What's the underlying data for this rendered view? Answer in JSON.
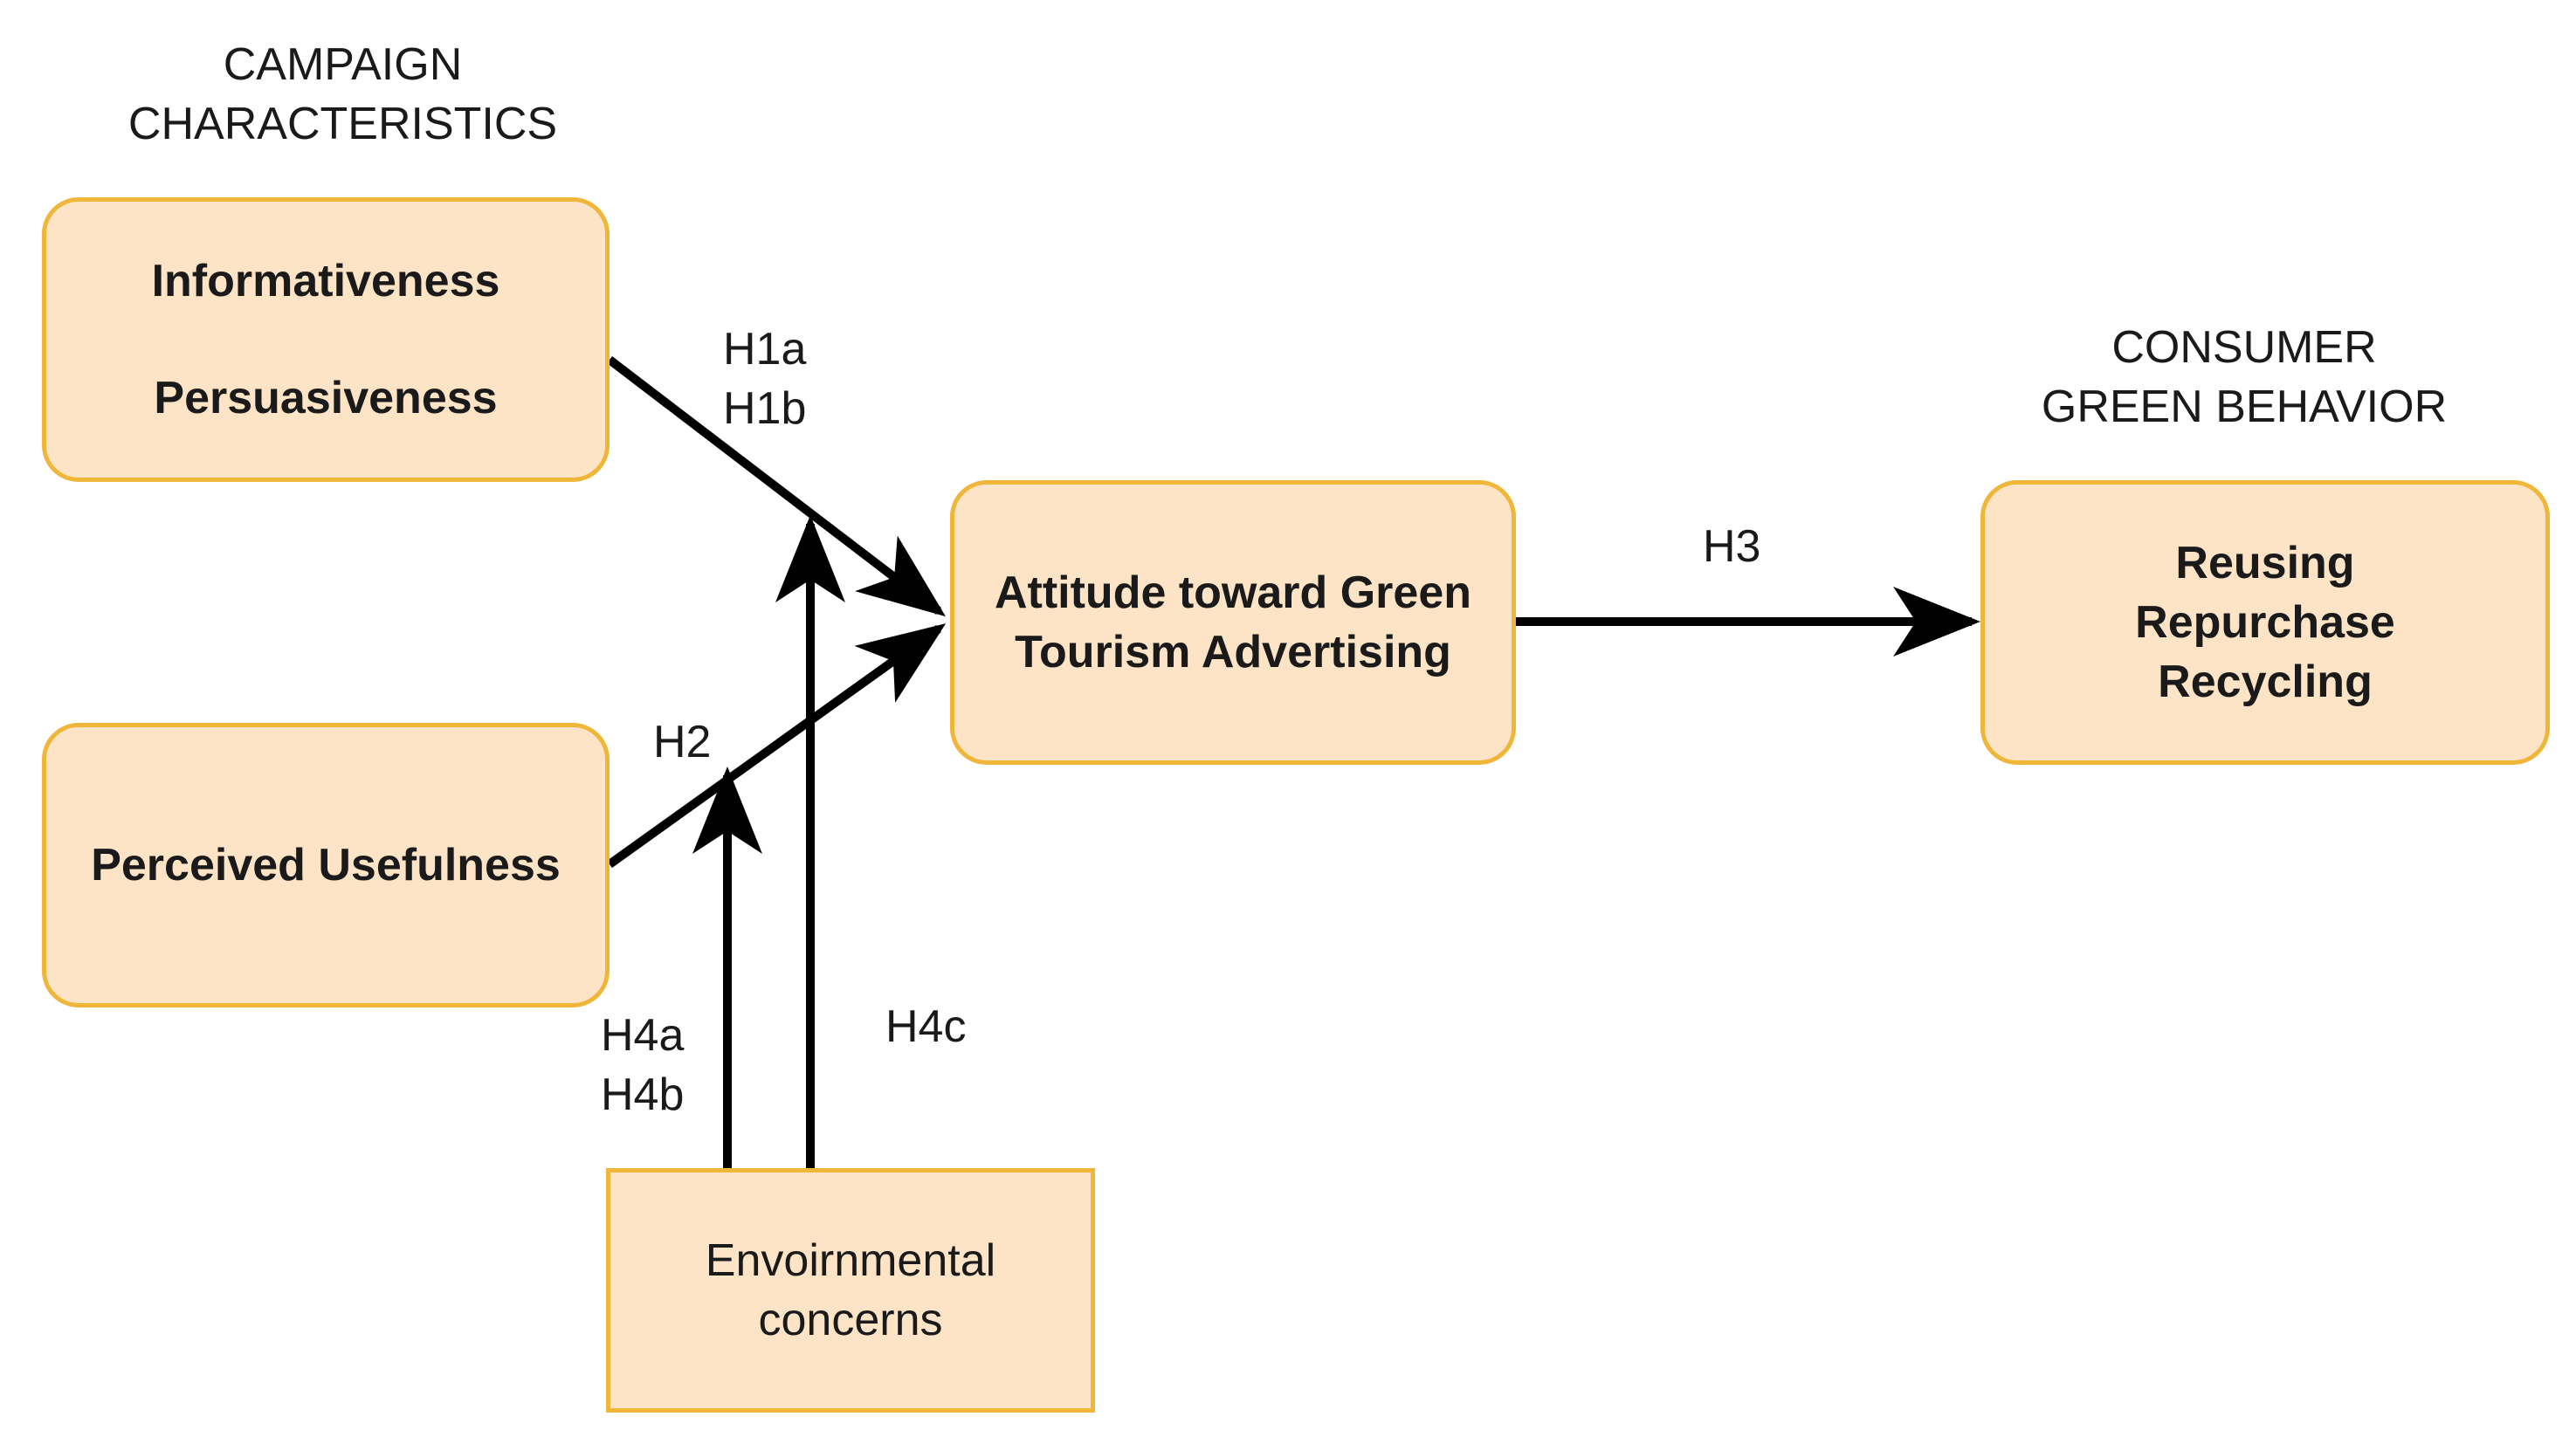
{
  "titles": {
    "campaign": [
      "CAMPAIGN",
      "CHARACTERISTICS"
    ],
    "consumer": [
      "CONSUMER",
      "GREEN BEHAVIOR"
    ]
  },
  "nodes": {
    "campaign_box": {
      "lines": [
        "Informativeness",
        "Persuasiveness"
      ]
    },
    "usefulness_box": {
      "lines": [
        "Perceived Usefulness"
      ]
    },
    "attitude_box": {
      "lines": [
        "Attitude toward Green",
        "Tourism Advertising"
      ]
    },
    "behavior_box": {
      "lines": [
        "Reusing",
        "Repurchase",
        "Recycling"
      ]
    },
    "environment_box": {
      "lines": [
        "Envoirnmental",
        "concerns"
      ]
    }
  },
  "edges": {
    "h1": [
      "H1a",
      "H1b"
    ],
    "h2": "H2",
    "h3": "H3",
    "h4ab": [
      "H4a",
      "H4b"
    ],
    "h4c": "H4c"
  },
  "colors": {
    "box_fill": "#fde4c7",
    "box_border": "#f0b63a",
    "arrow": "#000000"
  }
}
